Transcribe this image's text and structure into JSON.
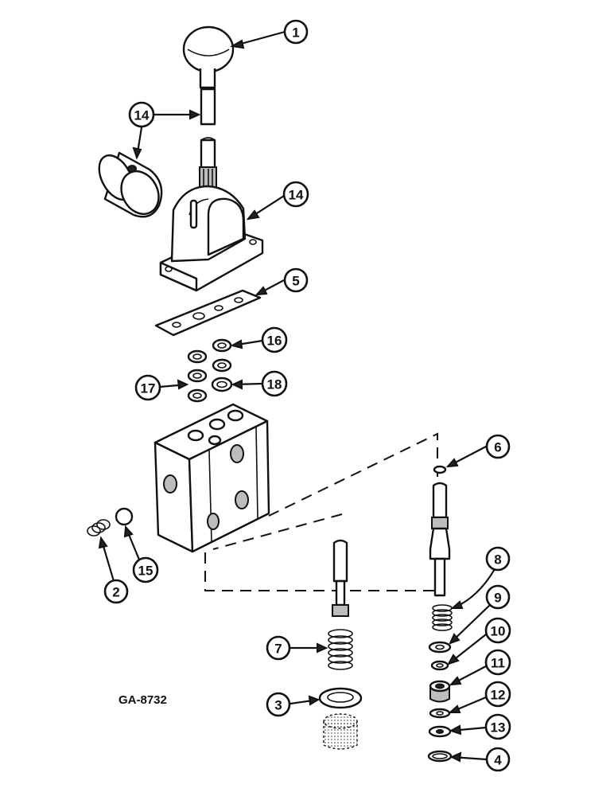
{
  "figure": {
    "code": "GA-8732",
    "callouts": [
      {
        "id": "c1",
        "label": "1"
      },
      {
        "id": "c14a",
        "label": "14"
      },
      {
        "id": "c14b",
        "label": "14"
      },
      {
        "id": "c5",
        "label": "5"
      },
      {
        "id": "c16",
        "label": "16"
      },
      {
        "id": "c17",
        "label": "17"
      },
      {
        "id": "c18",
        "label": "18"
      },
      {
        "id": "c6",
        "label": "6"
      },
      {
        "id": "c15",
        "label": "15"
      },
      {
        "id": "c2",
        "label": "2"
      },
      {
        "id": "c8",
        "label": "8"
      },
      {
        "id": "c9",
        "label": "9"
      },
      {
        "id": "c10",
        "label": "10"
      },
      {
        "id": "c7",
        "label": "7"
      },
      {
        "id": "c11",
        "label": "11"
      },
      {
        "id": "c12",
        "label": "12"
      },
      {
        "id": "c3",
        "label": "3"
      },
      {
        "id": "c13",
        "label": "13"
      },
      {
        "id": "c4",
        "label": "4"
      }
    ]
  }
}
